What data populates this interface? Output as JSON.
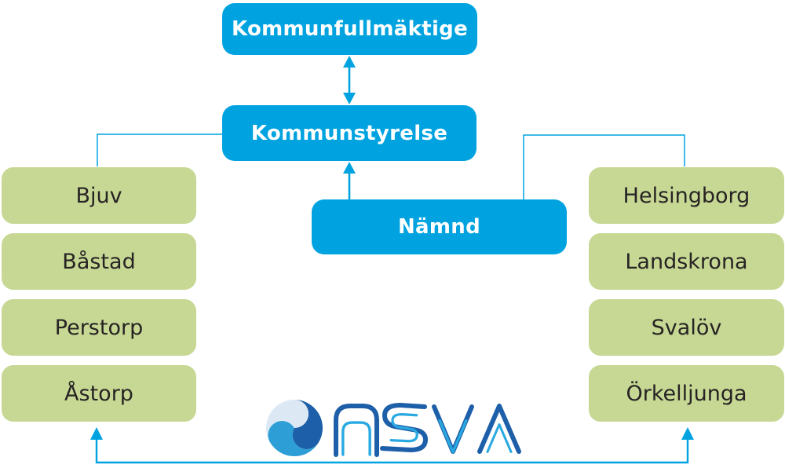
{
  "nodes": {
    "kommunfullmaktige": "Kommunfullmäktige",
    "kommunstyrelse": "Kommunstyrelse",
    "namnd": "Nämnd"
  },
  "owners_left": [
    "Bjuv",
    "Båstad",
    "Perstorp",
    "Åstorp"
  ],
  "owners_right": [
    "Helsingborg",
    "Landskrona",
    "Svalöv",
    "Örkelljunga"
  ],
  "edges": [
    {
      "from": "kommunfullmaktige",
      "to": "kommunstyrelse",
      "style": "double-headed-arrow"
    },
    {
      "from": "namnd",
      "to": "kommunstyrelse",
      "style": "arrow-up"
    },
    {
      "from": "kommunstyrelse",
      "to": "Bjuv",
      "style": "elbow-line"
    },
    {
      "from": "namnd",
      "to": "Helsingborg",
      "style": "elbow-line"
    },
    {
      "from": "bottom-rail",
      "to": "Åstorp",
      "style": "arrow-up"
    },
    {
      "from": "bottom-rail",
      "to": "Örkelljunga",
      "style": "arrow-up"
    }
  ],
  "logo": {
    "organization": "NSVA",
    "wordmark": "nsva"
  },
  "colors": {
    "node_blue": "#00a3e0",
    "owner_green": "#c6d893",
    "owner_text": "#272324",
    "connector_blue": "#00a3e0",
    "logo_dark_blue": "#1d5fa8",
    "logo_light_blue": "#29a9e1",
    "logo_pale_blue": "#dce9f5",
    "logo_mid_blue": "#2e9fd6"
  }
}
